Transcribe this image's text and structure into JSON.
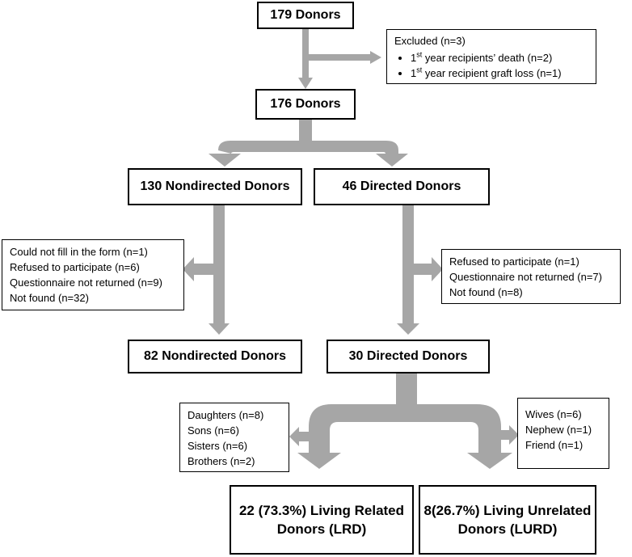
{
  "boxes": {
    "donors_179": "179 Donors",
    "donors_176": "176 Donors",
    "nondirected_130": "130 Nondirected Donors",
    "directed_46": "46 Directed Donors",
    "nondirected_82": "82 Nondirected Donors",
    "directed_30": "30 Directed Donors",
    "lrd_line1": "22 (73.3%) Living Related",
    "lrd_line2": "Donors (LRD)",
    "lurd_line1": "8(26.7%) Living Unrelated",
    "lurd_line2": "Donors (LURD)"
  },
  "excluded": {
    "title": "Excluded (n=3)",
    "items": [
      {
        "num": "1",
        "sup": "st",
        "text": " year recipients’ death (n=2)"
      },
      {
        "num": "1",
        "sup": "st",
        "text": " year recipient graft loss (n=1)"
      }
    ]
  },
  "nondirected_losses": [
    "Could not fill in the form (n=1)",
    "Refused to participate (n=6)",
    "Questionnaire not returned (n=9)",
    "Not found (n=32)"
  ],
  "directed_losses": [
    "Refused to participate (n=1)",
    "Questionnaire not returned (n=7)",
    "Not found (n=8)"
  ],
  "related_breakdown": [
    "Daughters (n=8)",
    "Sons (n=6)",
    "Sisters (n=6)",
    "Brothers (n=2)"
  ],
  "unrelated_breakdown": [
    "Wives (n=6)",
    "Nephew (n=1)",
    "Friend (n=1)"
  ],
  "colors": {
    "arrow": "#a6a6a6",
    "border": "#000000"
  }
}
